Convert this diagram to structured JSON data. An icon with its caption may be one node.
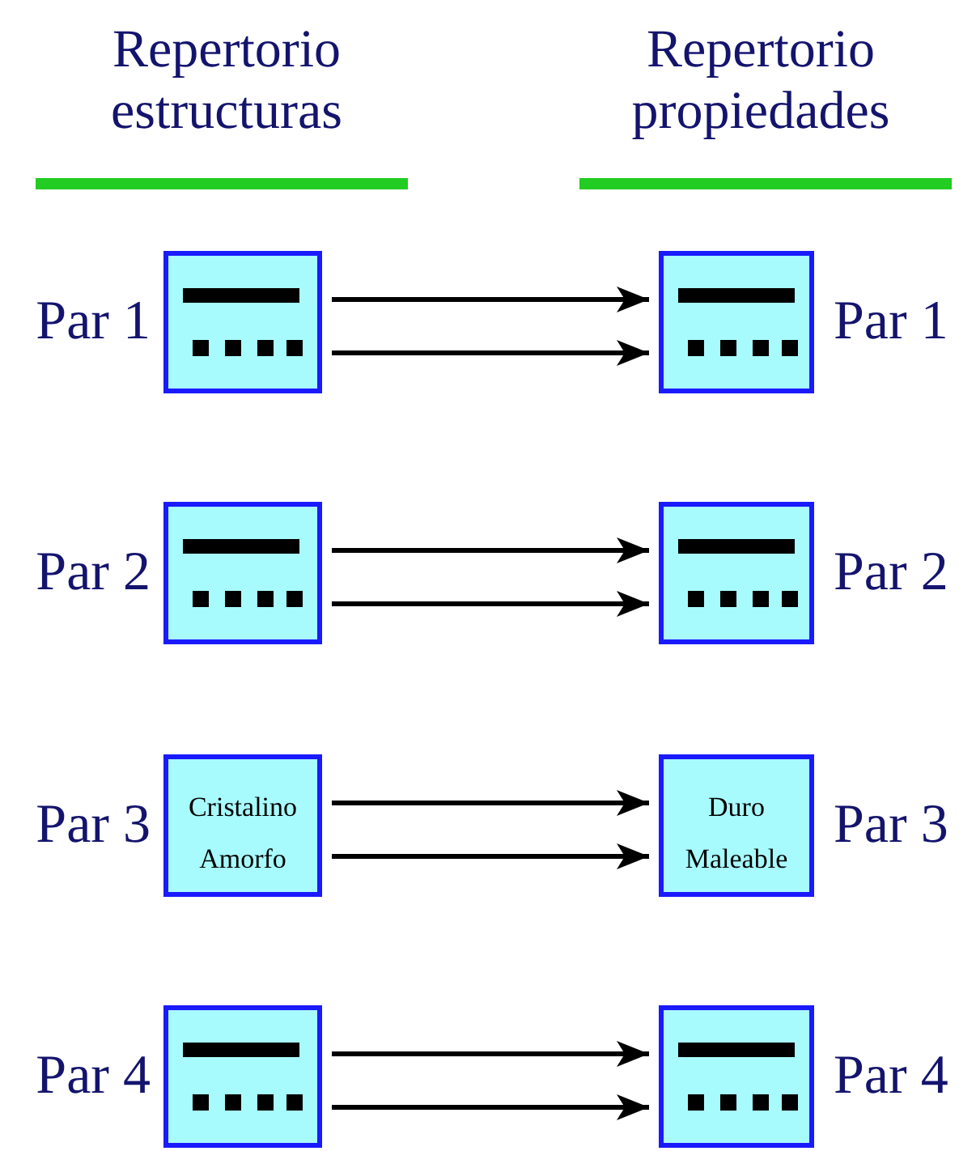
{
  "diagram": {
    "nodes": [
      {
        "text": [],
        "shape": "box",
        "beside": [
          "Par 1"
        ]
      },
      {
        "text": [],
        "shape": "box",
        "beside": [
          "Par 1"
        ]
      },
      {
        "text": [],
        "shape": "box",
        "beside": [
          "Par 2"
        ]
      },
      {
        "text": [],
        "shape": "box",
        "beside": [
          "Par 2"
        ]
      },
      {
        "text": [
          "Cristalino",
          "Amorfo"
        ],
        "beside": [
          "Par 3"
        ]
      },
      {
        "text": [
          "Duro",
          "Maleable"
        ],
        "beside": [
          "Par 3"
        ]
      },
      {
        "text": [],
        "shape": "box",
        "beside": [
          "Par 4"
        ]
      },
      {
        "text": [],
        "shape": "box",
        "beside": [
          "Par 4"
        ]
      }
    ],
    "edges": [
      {
        "from": 0,
        "to": 1,
        "arrow": "to"
      },
      {
        "from": 0,
        "to": 1,
        "arrow": "to"
      },
      {
        "from": 2,
        "to": 3,
        "arrow": "to"
      },
      {
        "from": 2,
        "to": 3,
        "arrow": "to"
      },
      {
        "from": 4,
        "to": 5,
        "arrow": "to"
      },
      {
        "from": 4,
        "to": 5,
        "arrow": "to"
      },
      {
        "from": 6,
        "to": 7,
        "arrow": "to"
      },
      {
        "from": 6,
        "to": 7,
        "arrow": "to"
      }
    ],
    "labels": [
      "Repertorio estructuras",
      "Repertorio propiedades"
    ]
  }
}
